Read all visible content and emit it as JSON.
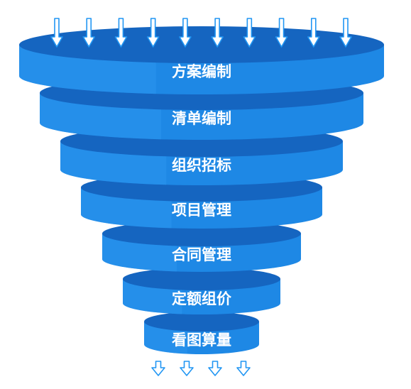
{
  "diagram": {
    "stages": [
      {
        "label": "方案编制"
      },
      {
        "label": "清单编制"
      },
      {
        "label": "组织招标"
      },
      {
        "label": "项目管理"
      },
      {
        "label": "合同管理"
      },
      {
        "label": "定额组价"
      },
      {
        "label": "看图算量"
      }
    ],
    "input_arrow_count": 10,
    "output_arrow_count": 4,
    "colors": {
      "disc_top": "#1565c0",
      "disc_side": "#1e88e5",
      "disc_side_light": "#2b95ee",
      "label_text": "#ffffff",
      "arrow_fill": "#ffffff",
      "arrow_stroke": "#2196f3"
    }
  }
}
